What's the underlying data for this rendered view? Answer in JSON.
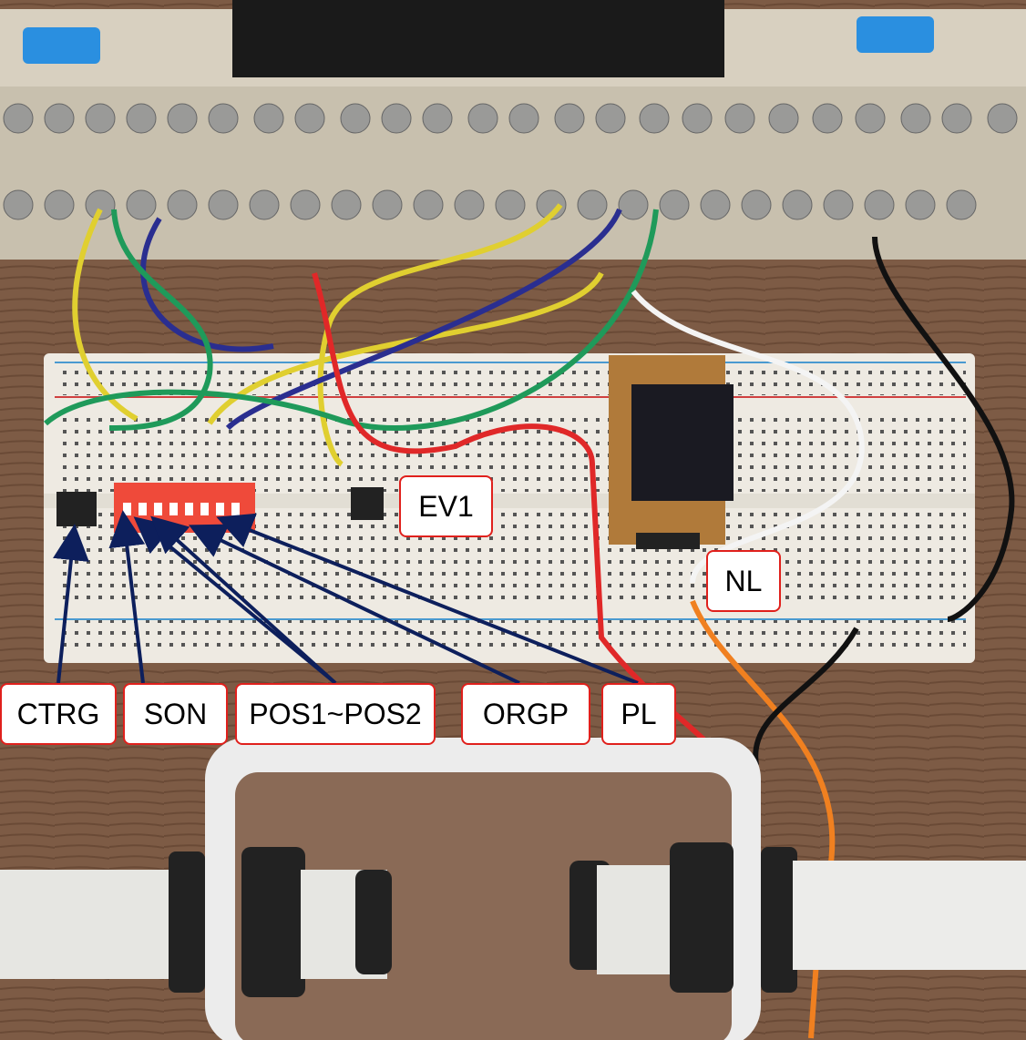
{
  "labels": {
    "ctrg": "CTRG",
    "son": "SON",
    "pos": "POS1~POS2",
    "orgp": "ORGP",
    "pl": "PL",
    "ev1": "EV1",
    "nl": "NL"
  },
  "colors": {
    "label_border": "#e0201c",
    "arrow": "#0d1f5c"
  }
}
